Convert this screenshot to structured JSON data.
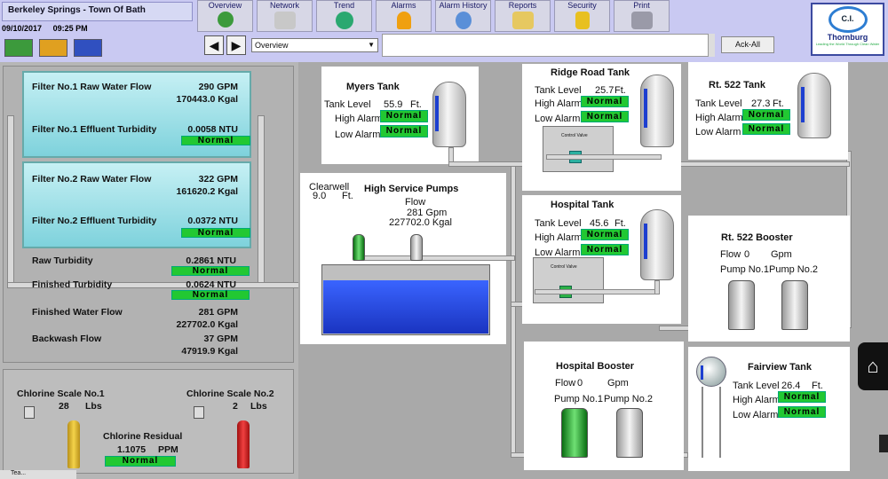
{
  "header": {
    "site_title": "Berkeley Springs - Town Of Bath",
    "date": "09/10/2017",
    "time": "09:25 PM",
    "nav_buttons": [
      {
        "label": "Overview",
        "icon": "globe-icon"
      },
      {
        "label": "Network",
        "icon": "network-icon"
      },
      {
        "label": "Trend",
        "icon": "trend-icon"
      },
      {
        "label": "Alarms",
        "icon": "bell-icon"
      },
      {
        "label": "Alarm History",
        "icon": "clock-icon"
      },
      {
        "label": "Reports",
        "icon": "folder-icon"
      },
      {
        "label": "Security",
        "icon": "lock-icon"
      },
      {
        "label": "Print",
        "icon": "printer-icon"
      }
    ],
    "back_glyph": "◀",
    "forward_glyph": "▶",
    "screen_select": "Overview",
    "ack_all": "Ack-All",
    "logo_line1": "C.I.",
    "logo_line2": "Thornburg",
    "logo_tagline": "Leading the World Through Clean Water"
  },
  "filters": {
    "f1_raw_label": "Filter No.1 Raw Water Flow",
    "f1_raw_rate": "290 GPM",
    "f1_raw_total": "170443.0 Kgal",
    "f1_turb_label": "Filter No.1 Effluent Turbidity",
    "f1_turb_value": "0.0058 NTU",
    "f1_turb_status": "Normal",
    "f2_raw_label": "Filter No.2 Raw Water Flow",
    "f2_raw_rate": "322 GPM",
    "f2_raw_total": "161620.2 Kgal",
    "f2_turb_label": "Filter No.2 Effluent Turbidity",
    "f2_turb_value": "0.0372 NTU",
    "f2_turb_status": "Normal"
  },
  "plant": {
    "raw_turb_label": "Raw Turbidity",
    "raw_turb_value": "0.2861 NTU",
    "raw_turb_status": "Normal",
    "fin_turb_label": "Finished Turbidity",
    "fin_turb_value": "0.0624 NTU",
    "fin_turb_status": "Normal",
    "fin_flow_label": "Finished Water Flow",
    "fin_flow_rate": "281 GPM",
    "fin_flow_total": "227702.0 Kgal",
    "backwash_label": "Backwash Flow",
    "backwash_rate": "37 GPM",
    "backwash_total": "47919.9 Kgal"
  },
  "chlorine": {
    "scale1_label": "Chlorine Scale No.1",
    "scale1_value": "28",
    "scale1_unit": "Lbs",
    "scale2_label": "Chlorine Scale No.2",
    "scale2_value": "2",
    "scale2_unit": "Lbs",
    "residual_label": "Chlorine Residual",
    "residual_value": "1.1075",
    "residual_unit": "PPM",
    "residual_status": "Normal"
  },
  "myers": {
    "title": "Myers Tank",
    "level_label": "Tank Level",
    "level": "55.9",
    "unit": "Ft.",
    "high_label": "High Alarm",
    "high_status": "Normal",
    "low_label": "Low Alarm",
    "low_status": "Normal"
  },
  "ridge": {
    "title": "Ridge Road Tank",
    "level_label": "Tank Level",
    "level": "25.7",
    "unit": "Ft.",
    "high_label": "High Alarm",
    "high_status": "Normal",
    "low_label": "Low Alarm",
    "low_status": "Normal",
    "valve_label": "Control Valve"
  },
  "rt522": {
    "title": "Rt. 522 Tank",
    "level_label": "Tank Level",
    "level": "27.3",
    "unit": "Ft.",
    "high_label": "High Alarm",
    "high_status": "Normal",
    "low_label": "Low Alarm",
    "low_status": "Normal"
  },
  "hsp": {
    "title": "High Service Pumps",
    "clearwell_label": "Clearwell",
    "clearwell_value": "9.0",
    "clearwell_unit": "Ft.",
    "flow_label": "Flow",
    "flow_rate": "281 Gpm",
    "flow_total": "227702.0 Kgal"
  },
  "hospital_tank": {
    "title": "Hospital Tank",
    "level_label": "Tank Level",
    "level": "45.6",
    "unit": "Ft.",
    "high_label": "High Alarm",
    "high_status": "Normal",
    "low_label": "Low Alarm",
    "low_status": "Normal",
    "valve_label": "Control Valve"
  },
  "rt522_booster": {
    "title": "Rt. 522 Booster",
    "flow_label": "Flow",
    "flow_value": "0",
    "flow_unit": "Gpm",
    "pump1": "Pump No.1",
    "pump2": "Pump No.2"
  },
  "hospital_booster": {
    "title": "Hospital Booster",
    "flow_label": "Flow",
    "flow_value": "0",
    "flow_unit": "Gpm",
    "pump1": "Pump No.1",
    "pump2": "Pump No.2"
  },
  "fairview": {
    "title": "Fairview Tank",
    "level_label": "Tank Level",
    "level": "26.4",
    "unit": "Ft.",
    "high_label": "High Alarm",
    "high_status": "Normal",
    "low_label": "Low Alarm",
    "low_status": "Normal"
  },
  "taskbar": {
    "label": "Tea..."
  },
  "colors": {
    "normal_badge": "#22c832",
    "header_bg": "#c9c9f2",
    "clearwell_water": "#1d3fd0"
  }
}
